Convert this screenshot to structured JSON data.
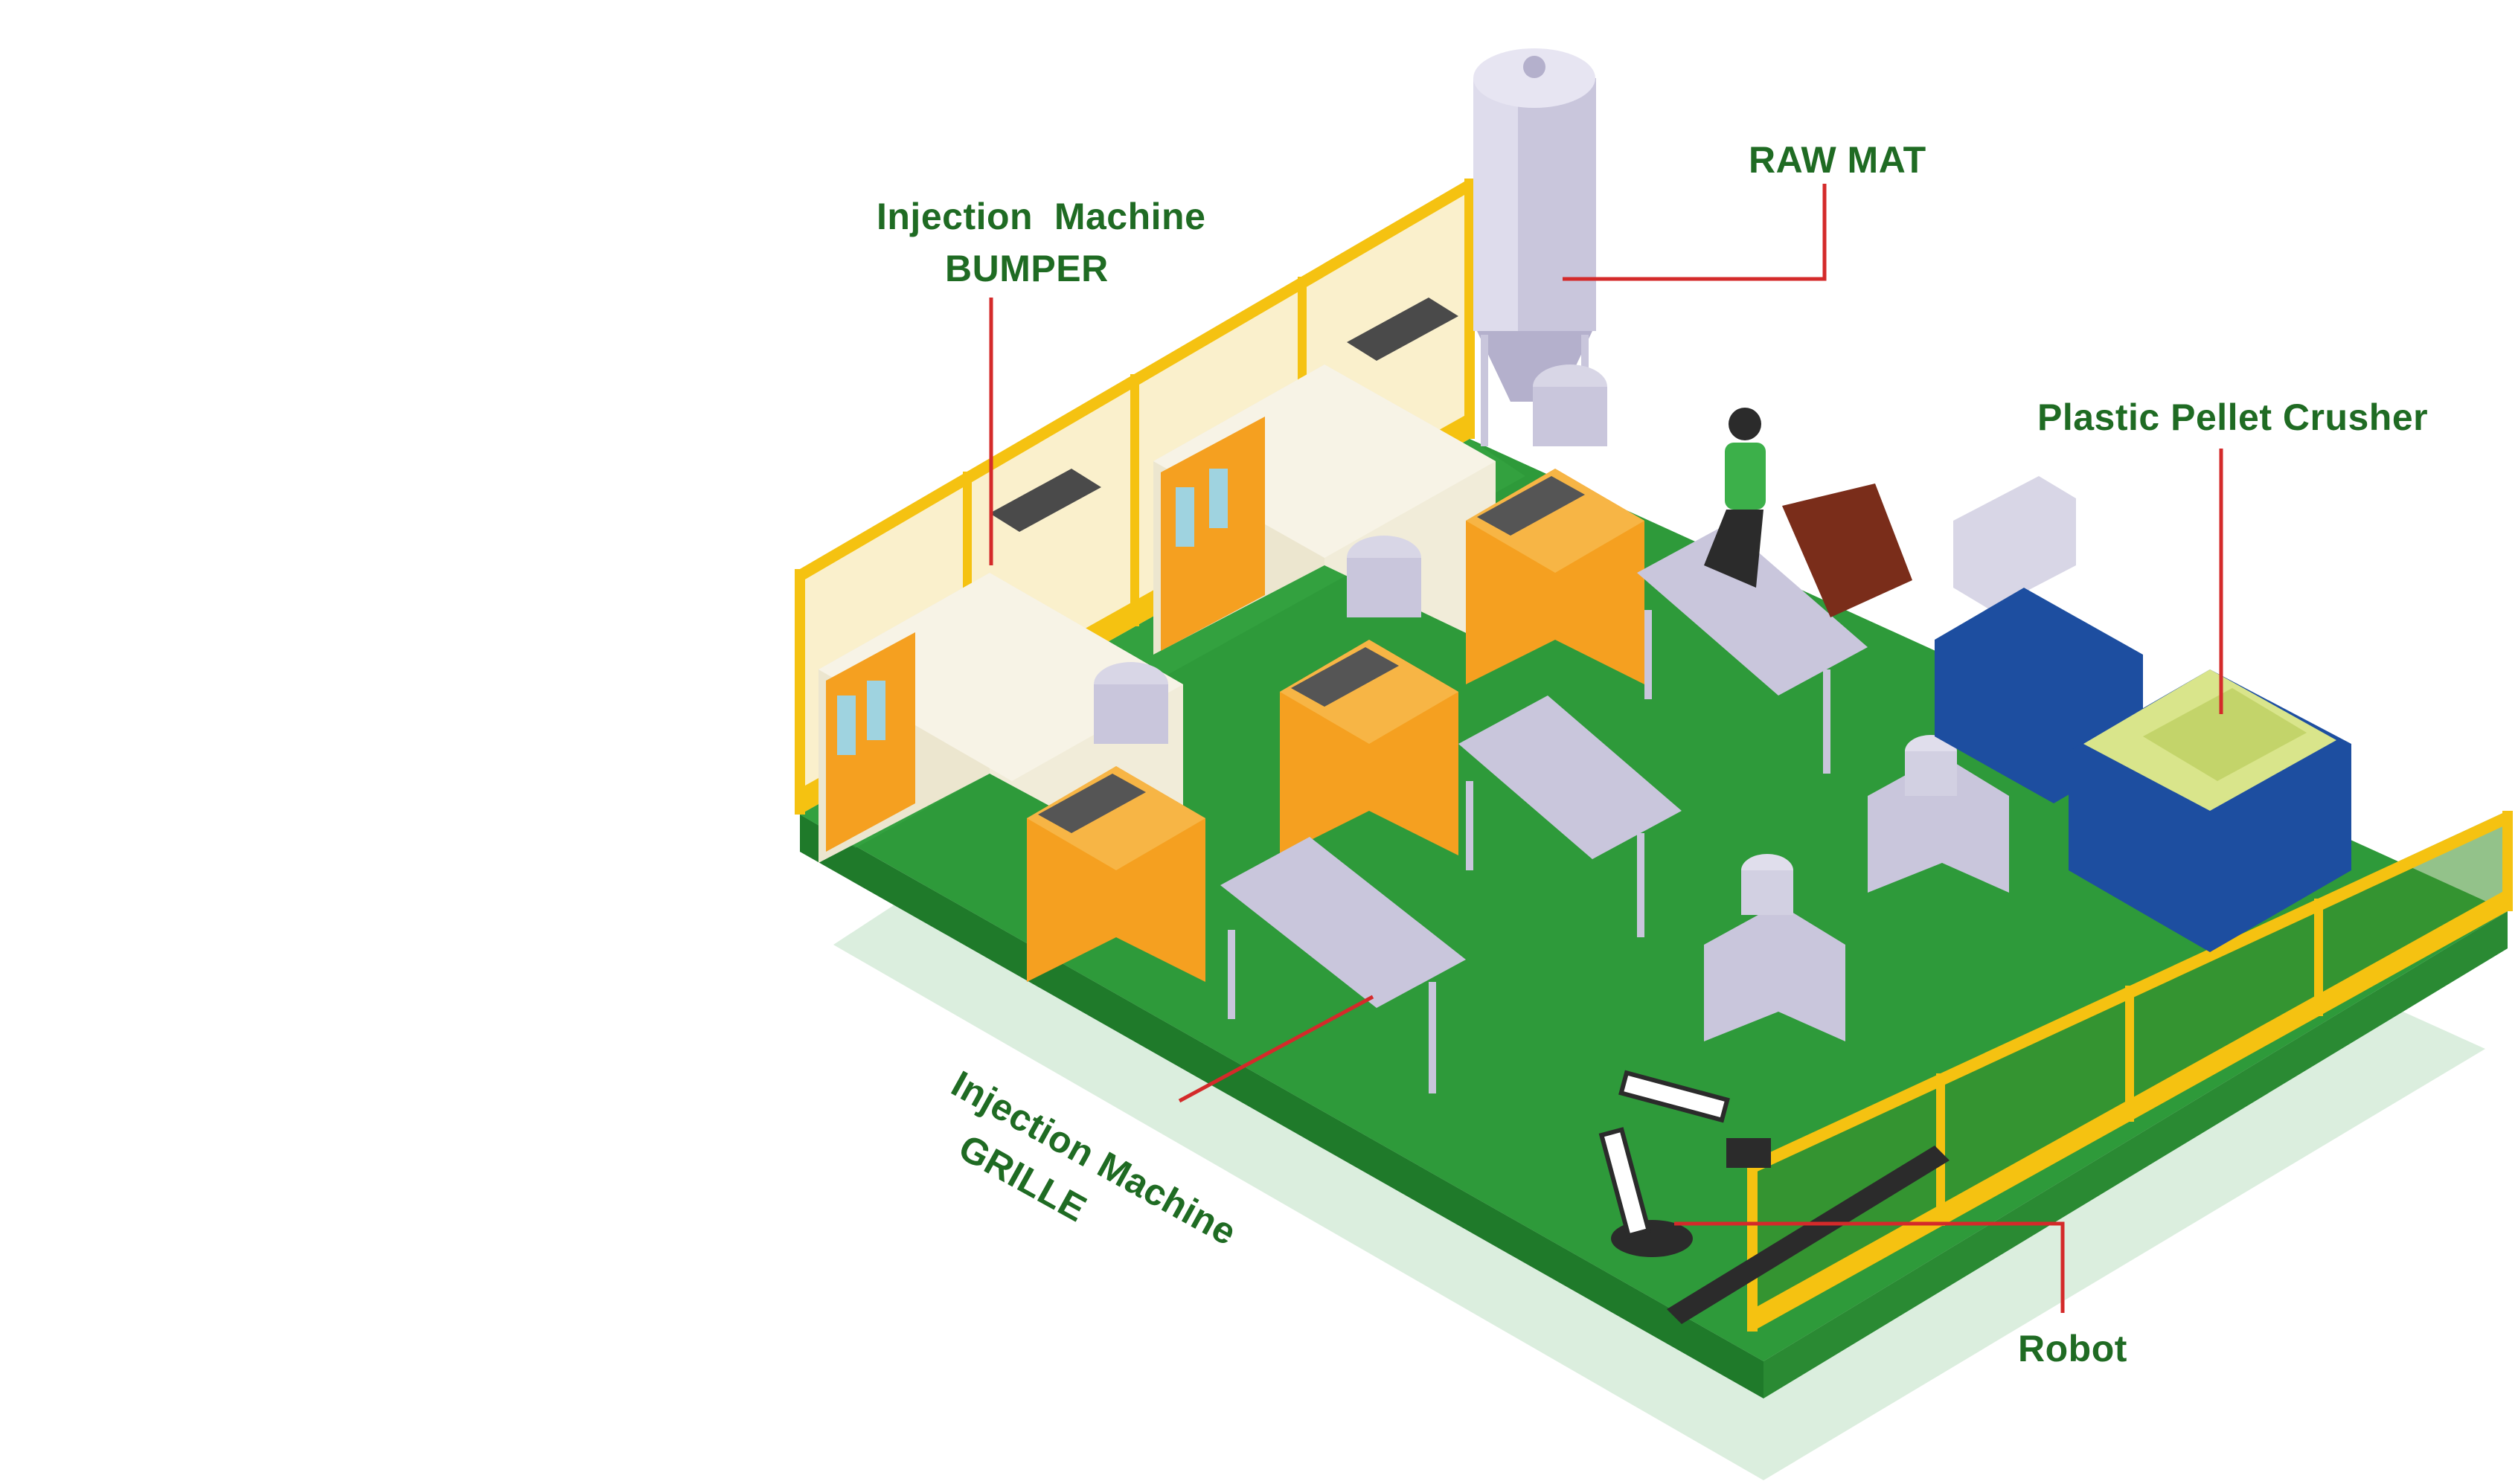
{
  "labels": {
    "bumper_line1": "Injection  Machine",
    "bumper_line2": "BUMPER",
    "raw_mat": "RAW MAT",
    "crusher": "Plastic Pellet Crusher",
    "grille_line1": "Injection Machine",
    "grille_line2": "GRILLE",
    "robot": "Robot"
  },
  "colors": {
    "label_text": "#1f6b23",
    "callout_line": "#d42a2a",
    "floor_green": "#2e9a3a",
    "floor_edge": "#1f7a2a",
    "fence_yellow": "#f5c211",
    "machine_orange": "#f5a020",
    "steel": "#c9c6dc",
    "booth_cream": "#f1ecd9",
    "crusher_blue": "#1d4ea0",
    "shadow": "#cfe8d3"
  },
  "icons": {
    "silo": "raw-material-silo-icon",
    "robot": "robotic-arm-icon",
    "worker": "worker-with-cart-icon",
    "crusher": "crusher-machine-icon"
  }
}
